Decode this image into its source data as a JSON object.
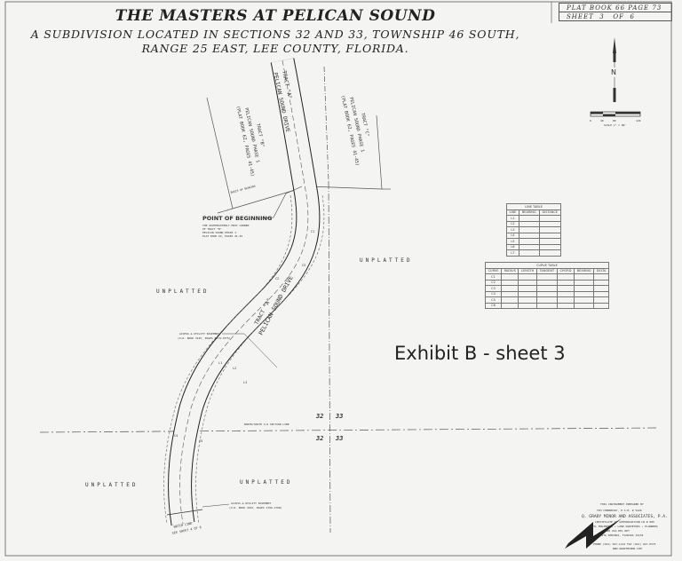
{
  "header": {
    "title": "THE MASTERS AT PELICAN SOUND",
    "subtitle_line1": "A SUBDIVISION LOCATED IN SECTIONS 32 AND 33, TOWNSHIP 46 SOUTH,",
    "subtitle_line2": "RANGE 25 EAST, LEE COUNTY, FLORIDA."
  },
  "plat_box": {
    "book_label": "PLAT BOOK",
    "book_value": "66",
    "page_label": "PAGE",
    "page_value": "73",
    "sheet_label": "SHEET",
    "sheet_value": "3",
    "of_label": "OF",
    "of_value": "6"
  },
  "north_arrow": {
    "label": "N"
  },
  "scale_bar": {
    "ticks": [
      "0",
      "40",
      "80",
      "120"
    ],
    "label": "SCALE 1\" = 80'"
  },
  "exhibit_label": "Exhibit B - sheet 3",
  "map_labels": {
    "tract_a": "TRACT \"A\"",
    "road_name_top": "PELICAN SOUND DRIVE",
    "road_name_mid": "PELICAN SOUND DRIVE",
    "tract_b": "TRACT \"B\"",
    "tract_b_sub1": "PELICAN SOUND PHASE 1",
    "tract_b_sub2": "(PLAT BOOK 62, PAGES 41-45)",
    "tract_c": "TRACT \"C\"",
    "tract_c_sub1": "PELICAN SOUND PHASE 1",
    "tract_c_sub2": "(PLAT BOOK 62, PAGES 41-45)",
    "basis_of_bearing": "BASIS OF BEARING",
    "point_of_beginning": "POINT OF BEGINNING",
    "pob_desc1": "THE SOUTHEASTERLY MOST CORNER",
    "pob_desc2": "OF TRACT \"B\"",
    "pob_desc3": "PELICAN SOUND PHASE 1",
    "pob_desc4": "PLAT BOOK 62, PAGES 41-45",
    "unplatted_1": "UNPLATTED",
    "unplatted_2": "UNPLATTED",
    "unplatted_3": "UNPLATTED",
    "unplatted_4": "UNPLATTED",
    "easement_1": "ACCESS & UTILITY EASEMENT",
    "easement_1_ref": "(O.R. BOOK 3145, PAGES 3374-3375)",
    "easement_2": "ACCESS & UTILITY EASEMENT",
    "easement_2_ref": "(O.R. BOOK 3293, PAGES 1796-1798)",
    "section_line": "NORTH/SOUTH 1/4 SECTION LINE",
    "section_32_upper": "32",
    "section_33_upper": "33",
    "section_32_lower": "32",
    "section_33_lower": "33",
    "match_line": "MATCH LINE",
    "see_sheet": "SEE SHEET 4 OF 6",
    "line_labels": [
      "L1",
      "L2",
      "L3",
      "L4",
      "L5",
      "C1",
      "C2",
      "C3",
      "C4",
      "C5",
      "C6"
    ]
  },
  "line_table": {
    "title": "LINE TABLE",
    "headers": [
      "LINE",
      "BEARING",
      "DISTANCE"
    ],
    "rows": [
      "L1",
      "L2",
      "L3",
      "L4",
      "L5",
      "L6",
      "L7"
    ]
  },
  "curve_table": {
    "title": "CURVE TABLE",
    "headers": [
      "CURVE",
      "RADIUS",
      "LENGTH",
      "TANGENT",
      "CHORD",
      "BEARING",
      "DELTA"
    ],
    "rows": [
      "C1",
      "C2",
      "C3",
      "C4",
      "C5",
      "C6"
    ]
  },
  "preparer": {
    "prepared_by": "THIS INSTRUMENT PREPARED BY",
    "person": "TIM CHERNESKY, P.S.M. # 5426",
    "firm": "Q. GRADY MINOR AND ASSOCIATES, P.A.",
    "cert": "CERTIFICATE OF AUTHORIZATION  LB # 005",
    "services": "CIVIL ENGINEERS • LAND SURVEYORS • PLANNERS",
    "address": "3800 VIA DEL REY",
    "city": "BONITA SPRINGS, FLORIDA 34134",
    "phone": "PHONE (941) 947-1144   FAX (941) 947-0375",
    "web": "WWW.GRADYMINOR.COM"
  },
  "colors": {
    "paper": "#f4f4f2",
    "ink": "#222222"
  }
}
